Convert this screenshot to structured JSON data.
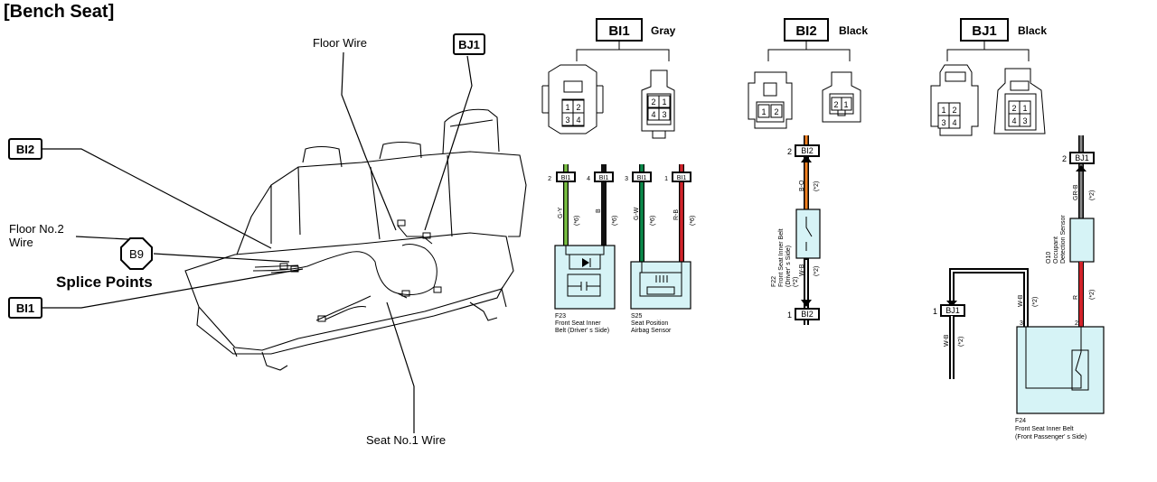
{
  "title": "[Bench Seat]",
  "labels": {
    "floor_wire": "Floor Wire",
    "floor_no2_wire_1": "Floor No.2",
    "floor_no2_wire_2": "Wire",
    "splice_points": "Splice Points",
    "seat_no1_wire": "Seat No.1 Wire"
  },
  "connector_tags": {
    "bi1": "BI1",
    "bi2": "BI2",
    "bj1": "BJ1",
    "b9": "B9"
  },
  "connectors": [
    {
      "id": "BI1",
      "color": "Gray"
    },
    {
      "id": "BI2",
      "color": "Black"
    },
    {
      "id": "BJ1",
      "color": "Black"
    }
  ],
  "pin_faces": {
    "bi1_left": [
      "1",
      "2",
      "3",
      "4"
    ],
    "bi1_right": [
      "2",
      "1",
      "4",
      "3"
    ],
    "bi2_left": [
      "1",
      "2"
    ],
    "bi2_right": [
      "2",
      "1"
    ],
    "bj1_left": [
      "1",
      "2",
      "3",
      "4"
    ],
    "bj1_right": [
      "2",
      "1",
      "4",
      "3"
    ]
  },
  "bi1_circuit": {
    "pins": [
      "2",
      "4",
      "3",
      "1"
    ],
    "wires": [
      "G-Y",
      "B",
      "G-W",
      "R-B"
    ],
    "note": "(*6)",
    "f23_id": "F23",
    "f23_name_1": "Front Seat Inner",
    "f23_name_2": "Belt (Driver' s Side)",
    "s25_id": "S25",
    "s25_name_1": "Seat Position",
    "s25_name_2": "Airbag Sensor",
    "wire_colors": [
      "#7ac143",
      "#111111",
      "#0a8a4a",
      "#d2232a"
    ]
  },
  "bi2_circuit": {
    "pin_top": "2",
    "pin_bottom": "1",
    "wire_top": "B-O",
    "wire_bottom": "W-B",
    "note": "(*2)",
    "comp_id": "F22",
    "comp_name_1": "Front Seat Inner Belt",
    "comp_name_2": "(Driver' s Side)",
    "wire_color": "#f58220"
  },
  "bj1_circuit": {
    "pin_top": "2",
    "pin_left": "1",
    "wire_top": "GR-B",
    "wire_mid": "R",
    "wire_left": "W-B",
    "wire_side": "W-B",
    "note": "(*2)",
    "sensor_id": "O10",
    "sensor_name_1": "Occupant",
    "sensor_name_2": "Detection Sensor",
    "f24_pins": [
      "3",
      "2"
    ],
    "f24_id": "F24",
    "f24_name_1": "Front Seat Inner Belt",
    "f24_name_2": "(Front Passenger' s Side)",
    "red_color": "#d2232a",
    "gray_color": "#888888"
  }
}
